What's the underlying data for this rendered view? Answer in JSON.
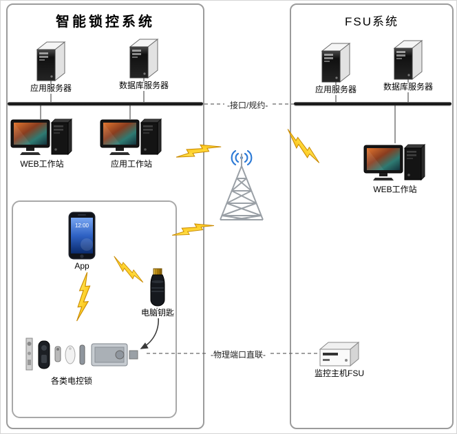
{
  "left_panel": {
    "title": "智能锁控系统",
    "app_server": "应用服务器",
    "db_server": "数据库服务器",
    "web_workstation": "WEB工作站",
    "app_workstation": "应用工作站",
    "phone_label": "App",
    "phone_time": "12:00",
    "key_label": "电脑钥匙",
    "locks_label": "各类电控锁"
  },
  "right_panel": {
    "title": "FSU系统",
    "app_server": "应用服务器",
    "db_server": "数据库服务器",
    "web_workstation": "WEB工作站",
    "fsu_host": "监控主机FSU"
  },
  "links": {
    "interface_protocol": "-接口/规约-",
    "physical_port": "-物理端口直联-"
  },
  "colors": {
    "bolt_yellow": "#ffd633",
    "signal_blue": "#2e7bd6",
    "panel_border": "#9b9b9b"
  }
}
